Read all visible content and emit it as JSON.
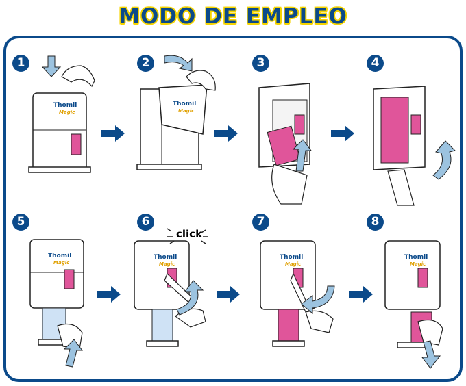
{
  "title": "MODO DE EMPLEO",
  "steps": [
    {
      "number": "1"
    },
    {
      "number": "2"
    },
    {
      "number": "3"
    },
    {
      "number": "4"
    },
    {
      "number": "5"
    },
    {
      "number": "6"
    },
    {
      "number": "7"
    },
    {
      "number": "8"
    }
  ],
  "brand": {
    "name": "Thomil",
    "sub": "Magic"
  },
  "click_label": "click",
  "colors": {
    "navy": "#0b4a8a",
    "yellow": "#f5d400",
    "pink": "#e0559a",
    "light_blue": "#9cc3e0",
    "bottle_blue": "#cfe2f5"
  }
}
